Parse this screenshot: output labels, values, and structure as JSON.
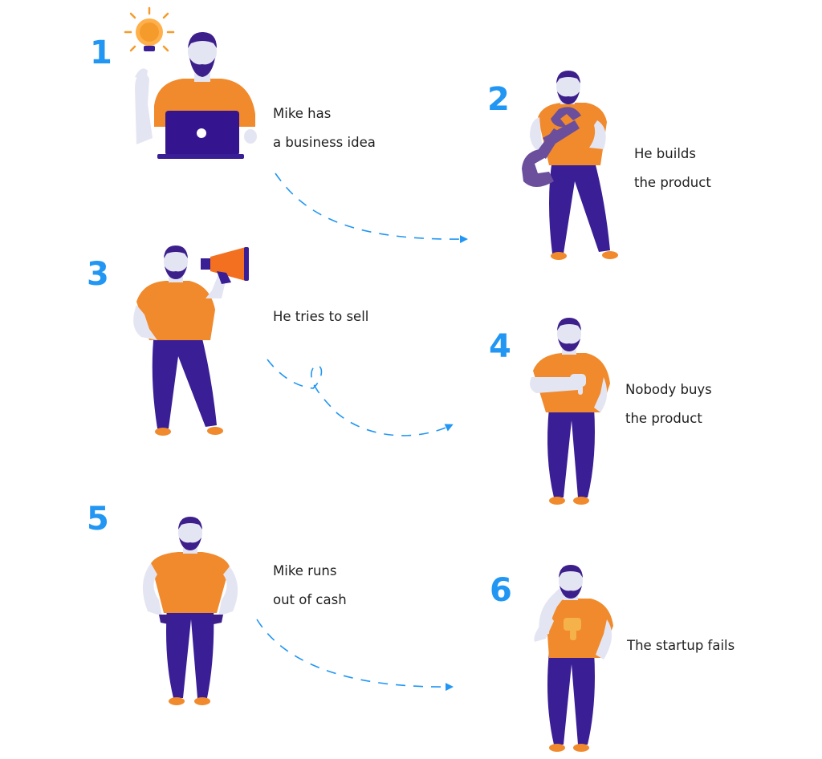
{
  "colors": {
    "number": "#2196f3",
    "shirt": "#f08a2c",
    "pants": "#3a1e96",
    "hair": "#3d1f8c",
    "skin": "#e4e5f2",
    "arrow": "#2196f3",
    "laptop": "#34158f",
    "bulb": "#f59b2b",
    "megaphone": "#f37021"
  },
  "icons": [
    "lightbulb-icon",
    "laptop-icon",
    "wrench-icon",
    "megaphone-icon",
    "thumbs-down-icon"
  ],
  "steps": [
    {
      "number": "1",
      "caption_line1": "Mike has",
      "caption_line2": "a business idea"
    },
    {
      "number": "2",
      "caption_line1": "He builds",
      "caption_line2": "the product"
    },
    {
      "number": "3",
      "caption_line1": "He tries to sell",
      "caption_line2": ""
    },
    {
      "number": "4",
      "caption_line1": "Nobody buys",
      "caption_line2": "the product"
    },
    {
      "number": "5",
      "caption_line1": "Mike runs",
      "caption_line2": "out of cash"
    },
    {
      "number": "6",
      "caption_line1": "The startup fails",
      "caption_line2": ""
    }
  ]
}
